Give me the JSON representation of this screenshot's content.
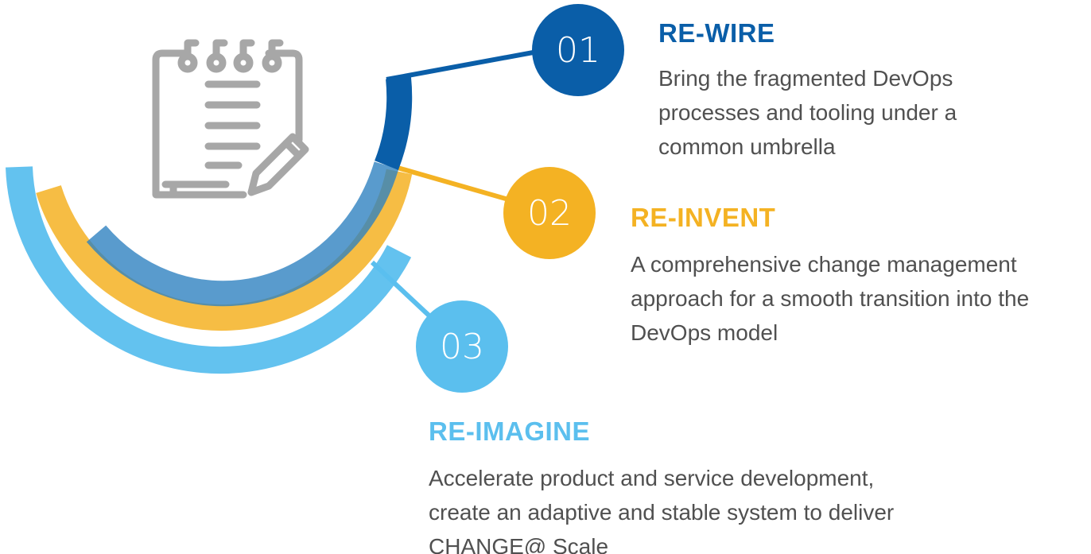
{
  "colors": {
    "dark_blue": "#0a5ea8",
    "mid_blue": "#2f82c0",
    "gold": "#f4b223",
    "light_blue": "#5bbfee",
    "icon_gray": "#a7a7a7",
    "text_gray": "#505050"
  },
  "icon": "notepad-with-pencil-icon",
  "steps": [
    {
      "number": "01",
      "title": "RE-WIRE",
      "description": "Bring the fragmented DevOps processes and tooling under a common umbrella",
      "color": "#0a5ea8"
    },
    {
      "number": "02",
      "title": "RE-INVENT",
      "description": "A comprehensive change management approach for a smooth transition into the DevOps model",
      "color": "#f4b223"
    },
    {
      "number": "03",
      "title": "RE-IMAGINE",
      "description": "Accelerate product and service development, create an adaptive and stable system to deliver CHANGE@ Scale",
      "color": "#5bbfee"
    }
  ]
}
